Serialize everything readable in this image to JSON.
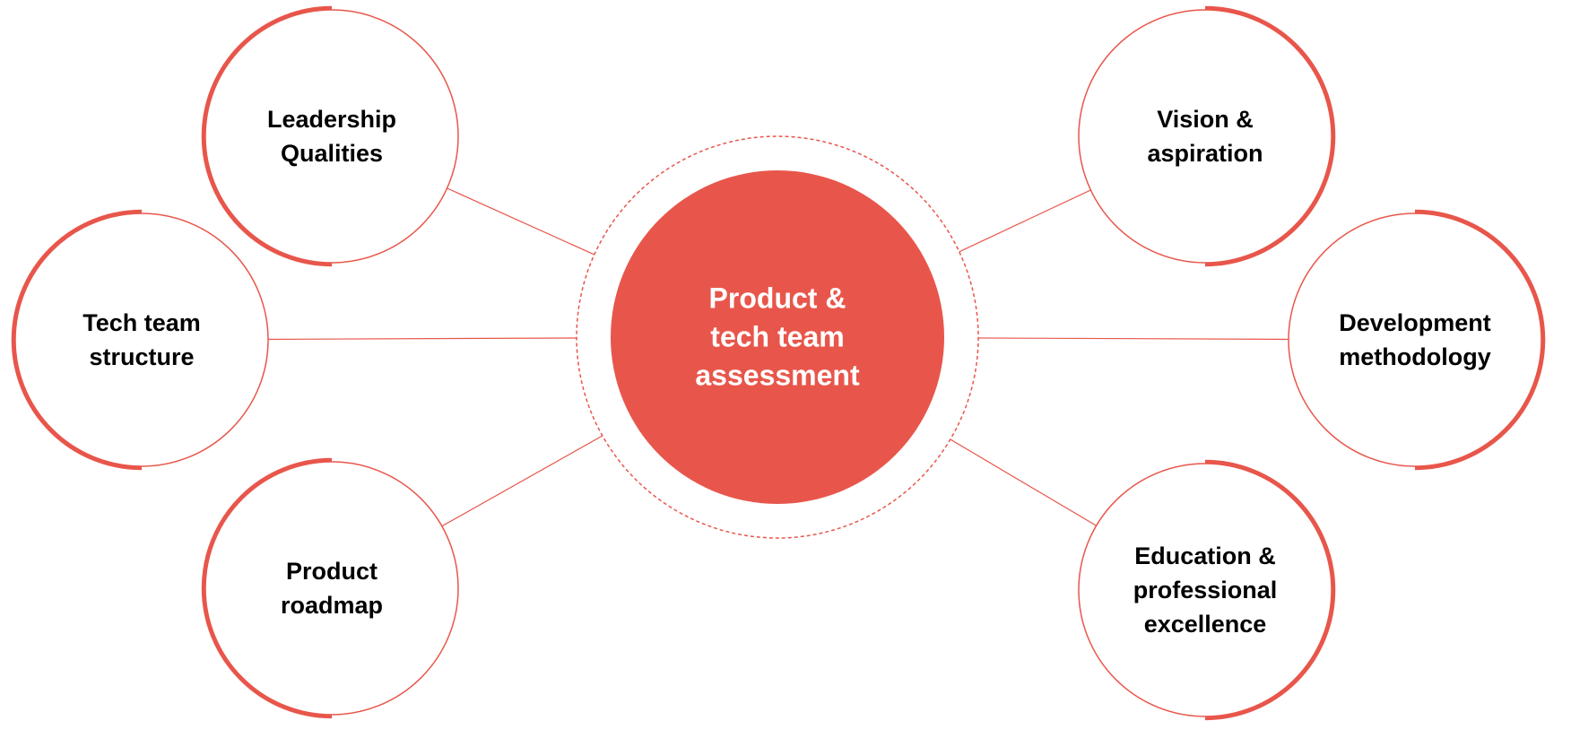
{
  "accent_color": "#E8564B",
  "center": {
    "label": "Product &\ntech team\nassessment"
  },
  "nodes": [
    {
      "id": "leadership",
      "label": "Leadership\nQualities",
      "side": "left"
    },
    {
      "id": "tech-team",
      "label": "Tech team\nstructure",
      "side": "left"
    },
    {
      "id": "product-roadmap",
      "label": "Product\nroadmap",
      "side": "left"
    },
    {
      "id": "vision",
      "label": "Vision &\naspiration",
      "side": "right"
    },
    {
      "id": "development",
      "label": "Development\nmethodology",
      "side": "right"
    },
    {
      "id": "education",
      "label": "Education &\nprofessional\nexcellence",
      "side": "right"
    }
  ]
}
